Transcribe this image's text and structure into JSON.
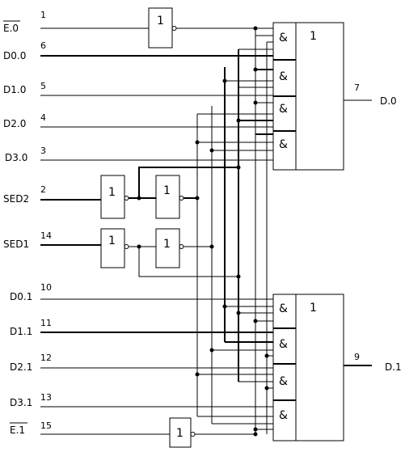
{
  "inputs": [
    {
      "label": "E.0",
      "overbar": true,
      "pin": "1"
    },
    {
      "label": "D0.0",
      "overbar": false,
      "pin": "6"
    },
    {
      "label": "D1.0",
      "overbar": false,
      "pin": "5"
    },
    {
      "label": "D2.0",
      "overbar": false,
      "pin": "4"
    },
    {
      "label": "D3.0",
      "overbar": false,
      "pin": "3"
    },
    {
      "label": "SED2",
      "overbar": false,
      "pin": "2"
    },
    {
      "label": "SED1",
      "overbar": false,
      "pin": "14"
    },
    {
      "label": "D0.1",
      "overbar": false,
      "pin": "10"
    },
    {
      "label": "D1.1",
      "overbar": false,
      "pin": "11"
    },
    {
      "label": "D2.1",
      "overbar": false,
      "pin": "12"
    },
    {
      "label": "D3.1",
      "overbar": false,
      "pin": "13"
    },
    {
      "label": "E.1",
      "overbar": true,
      "pin": "15"
    }
  ],
  "outputs": [
    {
      "label": "D.0",
      "pin": "7"
    },
    {
      "label": "D.1",
      "pin": "9"
    }
  ],
  "gate_symbols": {
    "inverter": "1",
    "or": "1",
    "and": "&"
  }
}
